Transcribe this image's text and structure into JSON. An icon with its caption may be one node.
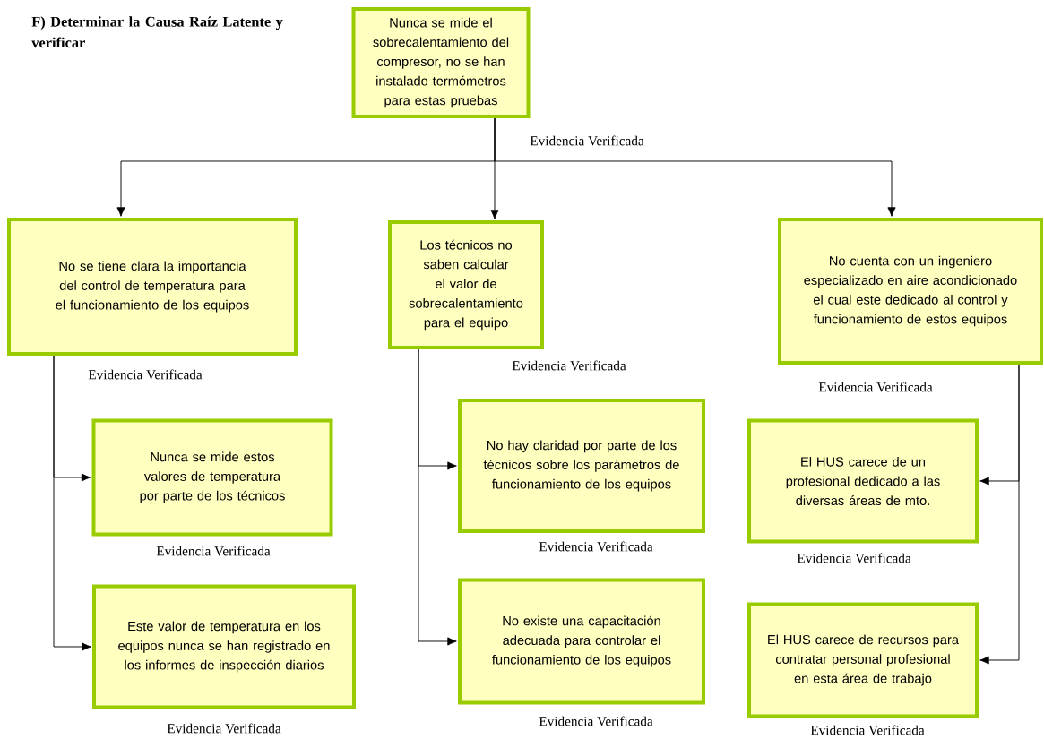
{
  "diagram": {
    "title": "F) Determinar la Causa Raíz Latente y verificar",
    "nodes": [
      {
        "text": [
          "Nunca se mide el sobrecalentamiento del compresor,  no se han instalado termómetros para estas pruebas"
        ],
        "beside": [
          "Evidencia Verificada"
        ]
      },
      {
        "text": [
          "No se tiene clara la importancia del control de temperatura para el funcionamiento de los equipos"
        ],
        "beside": [
          "Evidencia Verificada"
        ]
      },
      {
        "text": [
          "Los técnicos no saben calcular el valor de sobrecalentamiento para el equipo"
        ],
        "beside": [
          "Evidencia Verificada"
        ]
      },
      {
        "text": [
          "No cuenta con un ingeniero especializado en aire acondicionado el cual este dedicado al control y funcionamiento de estos equipos"
        ],
        "beside": [
          "Evidencia Verificada"
        ]
      },
      {
        "text": [
          "Nunca  se mide estos valores de temperatura por parte de los técnicos"
        ],
        "beside": [
          "Evidencia Verificada"
        ]
      },
      {
        "text": [
          "Este valor de temperatura en los equipos nunca se han registrado en los informes de inspección diarios"
        ],
        "beside": [
          "Evidencia Verificada"
        ]
      },
      {
        "text": [
          "No hay claridad por parte de los técnicos sobre los parámetros de funcionamiento de los equipos"
        ],
        "beside": [
          "Evidencia Verificada"
        ]
      },
      {
        "text": [
          "No existe una capacitación adecuada para controlar el funcionamiento de los equipos"
        ],
        "beside": [
          "Evidencia Verificada"
        ]
      },
      {
        "text": [
          "El HUS carece de un profesional dedicado a las diversas áreas de mto."
        ],
        "beside": [
          "Evidencia Verificada"
        ]
      },
      {
        "text": [
          "El HUS carece de recursos para contratar personal profesional en esta área de trabajo"
        ],
        "beside": [
          "Evidencia Verificada"
        ]
      }
    ],
    "edges": [
      {
        "from": 0,
        "to": 1,
        "arrow": "to"
      },
      {
        "from": 0,
        "to": 2,
        "arrow": "to"
      },
      {
        "from": 0,
        "to": 3,
        "arrow": "to"
      },
      {
        "from": 1,
        "to": 4,
        "arrow": "to"
      },
      {
        "from": 1,
        "to": 5,
        "arrow": "to"
      },
      {
        "from": 2,
        "to": 6,
        "arrow": "to"
      },
      {
        "from": 2,
        "to": 7,
        "arrow": "to"
      },
      {
        "from": 3,
        "to": 8,
        "arrow": "to"
      },
      {
        "from": 3,
        "to": 9,
        "arrow": "to"
      }
    ]
  }
}
